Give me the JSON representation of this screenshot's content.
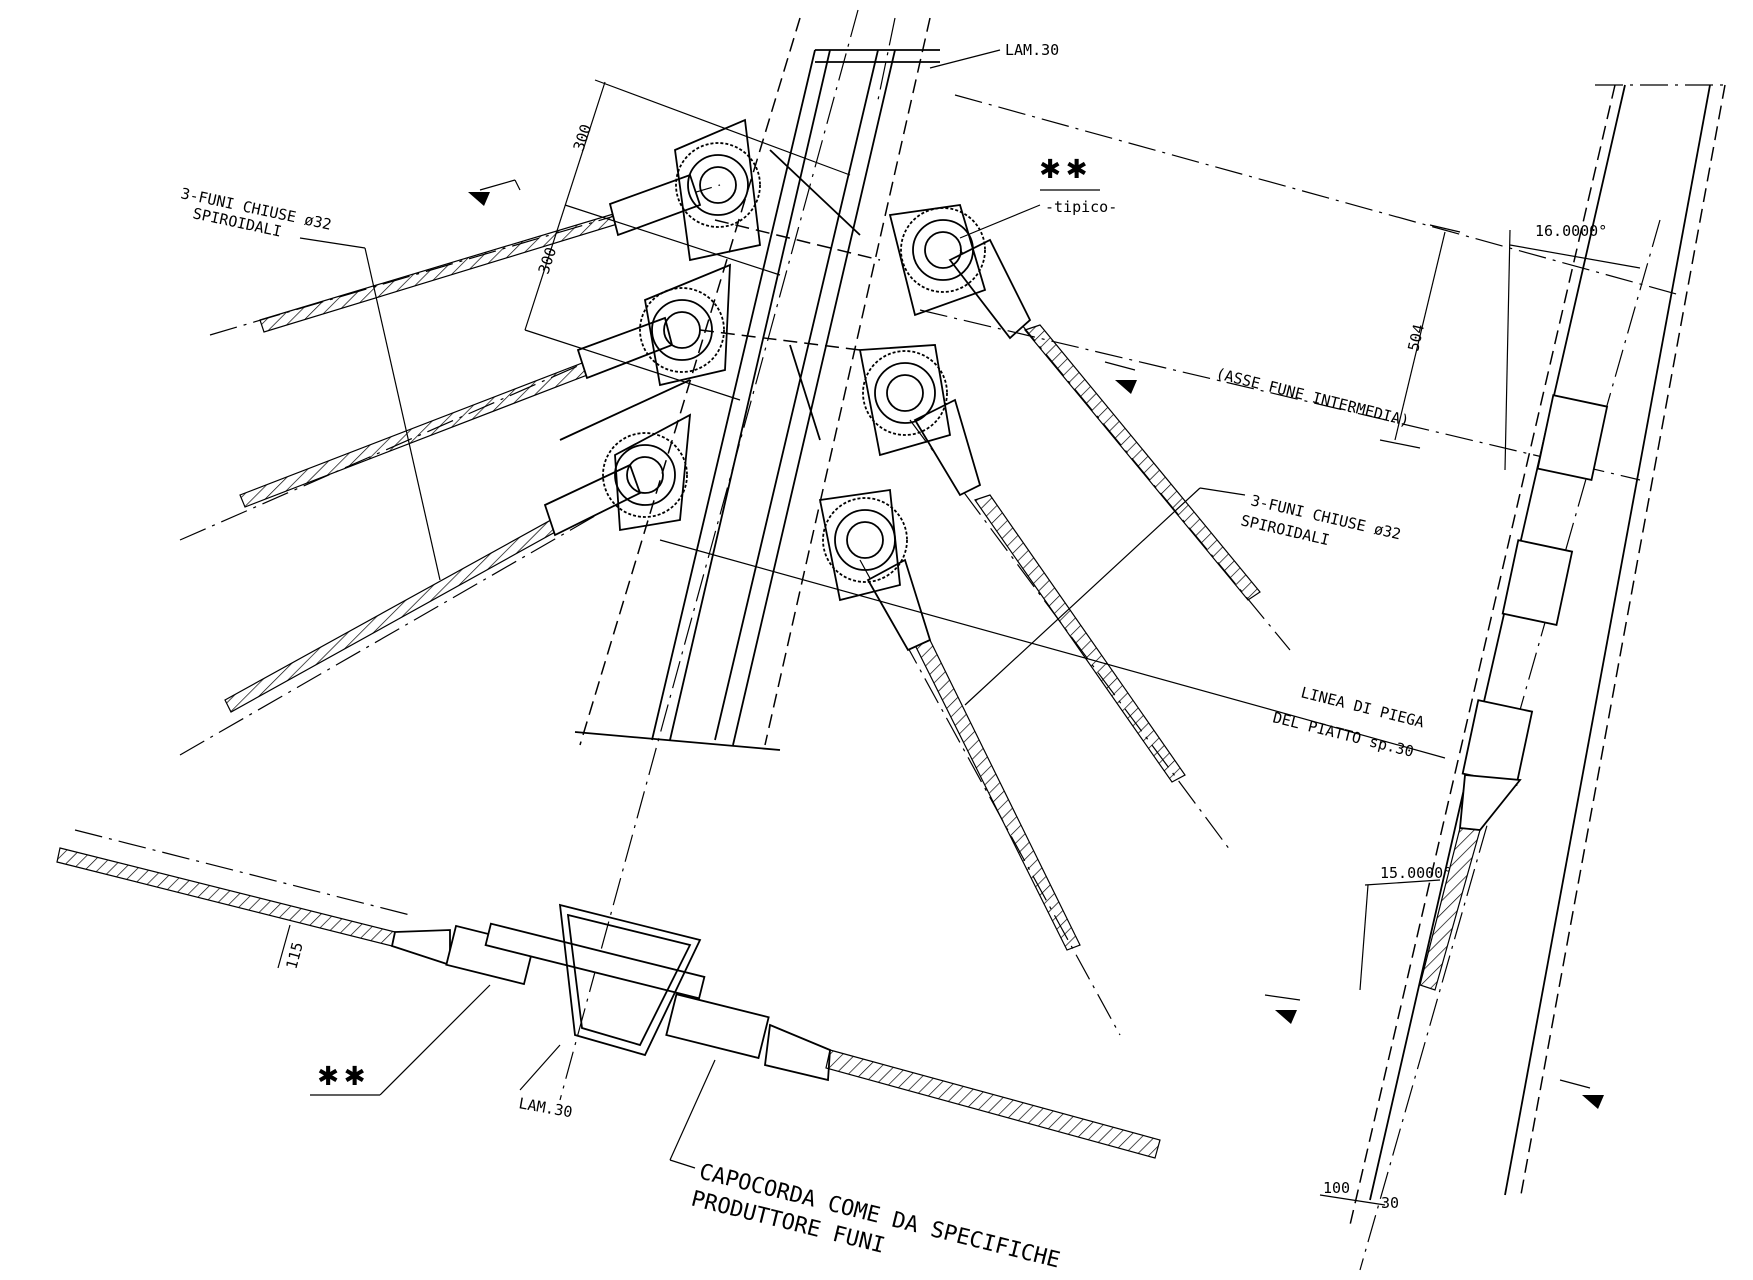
{
  "labels": {
    "lam_top": "LAM.30",
    "lam_bottom": "LAM.30",
    "star_top": "✱✱",
    "tipico": "-tipico-",
    "star_bottom": "✱✱",
    "funi_left_l1": "3-FUNI CHIUSE ø32",
    "funi_left_l2": "SPIROIDALI",
    "funi_right_l1": "3-FUNI CHIUSE ø32",
    "funi_right_l2": "SPIROIDALI",
    "asse": "(ASSE FUNE INTERMEDIA)",
    "linea_l1": "LINEA DI PIEGA",
    "linea_l2": "DEL PIATTO sp.30",
    "capo_l1": "CAPOCORDA COME DA SPECIFICHE",
    "capo_l2": "PRODUTTORE FUNI"
  },
  "dimensions": {
    "d300a": "300",
    "d300b": "300",
    "d504": "504",
    "d115": "115",
    "d100": "100",
    "d30": "30",
    "ang16": "16.0000°",
    "ang15": "15.0000°"
  },
  "colors": {
    "ink": "#000000",
    "paper": "#ffffff"
  }
}
